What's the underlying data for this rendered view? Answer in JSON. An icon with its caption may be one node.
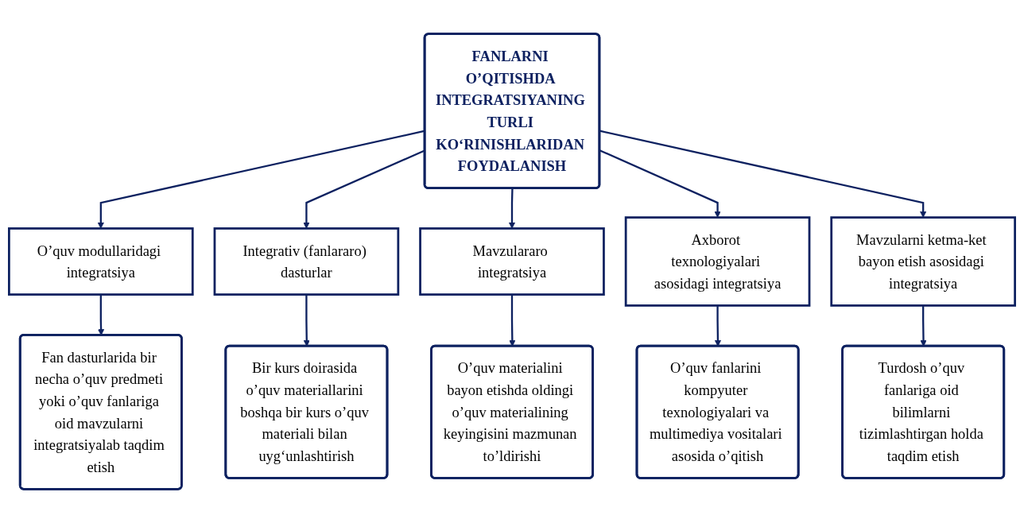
{
  "diagram": {
    "nodes": [
      {
        "text": [
          "FANLARNI O’QITISHDA INTEGRATSIYANING TURLI KO‘RINISHLARIDAN FOYDALANISH"
        ]
      },
      {
        "text": [
          "O’quv modullaridagi integratsiya"
        ]
      },
      {
        "text": [
          "Integrativ (fanlararo) dasturlar"
        ]
      },
      {
        "text": [
          "Mavzulararo integratsiya"
        ]
      },
      {
        "text": [
          "Axborot texnologiyalari asosidagi integratsiya"
        ]
      },
      {
        "text": [
          "Mavzularni ketma-ket bayon etish asosidagi integratsiya"
        ]
      },
      {
        "text": [
          "Fan dasturlarida bir necha o’quv predmeti yoki o’quv fanlariga oid mavzularni integratsiyalab taqdim etish"
        ]
      },
      {
        "text": [
          "Bir kurs doirasida o’quv materiallarini boshqa bir kurs o’quv materiali bilan uyg‘unlashtirish"
        ]
      },
      {
        "text": [
          "O’quv materialini bayon etishda oldingi o’quv materialining keyingisini mazmunan to’ldirishi"
        ]
      },
      {
        "text": [
          "O’quv fanlarini kompyuter texnologiyalari va multimediya vositalari asosida o’qitish"
        ]
      },
      {
        "text": [
          "Turdosh o’quv fanlariga oid bilimlarni tizimlashtirgan holda taqdim etish"
        ]
      }
    ],
    "edges": [
      {
        "from": 0,
        "to": 1,
        "arrow": "to"
      },
      {
        "from": 0,
        "to": 2,
        "arrow": "to"
      },
      {
        "from": 0,
        "to": 3,
        "arrow": "to"
      },
      {
        "from": 0,
        "to": 4,
        "arrow": "to"
      },
      {
        "from": 0,
        "to": 5,
        "arrow": "to"
      },
      {
        "from": 1,
        "to": 6,
        "arrow": "to"
      },
      {
        "from": 2,
        "to": 7,
        "arrow": "to"
      },
      {
        "from": 3,
        "to": 8,
        "arrow": "to"
      },
      {
        "from": 4,
        "to": 9,
        "arrow": "to"
      },
      {
        "from": 5,
        "to": 10,
        "arrow": "to"
      }
    ]
  }
}
